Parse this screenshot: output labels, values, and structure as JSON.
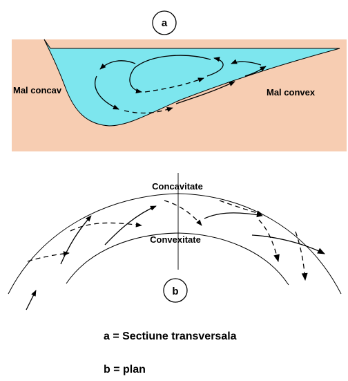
{
  "panel_a": {
    "marker": "a",
    "left_bank": "Mal concav",
    "right_bank": "Mal convex",
    "colors": {
      "bank": "#f7cdb2",
      "water": "#7de6ee"
    }
  },
  "panel_b": {
    "marker": "b",
    "outer_label": "Concavitate",
    "inner_label": "Convexitate"
  },
  "legend": {
    "line_a": "a = Sectiune transversala",
    "line_b": "b = plan"
  }
}
